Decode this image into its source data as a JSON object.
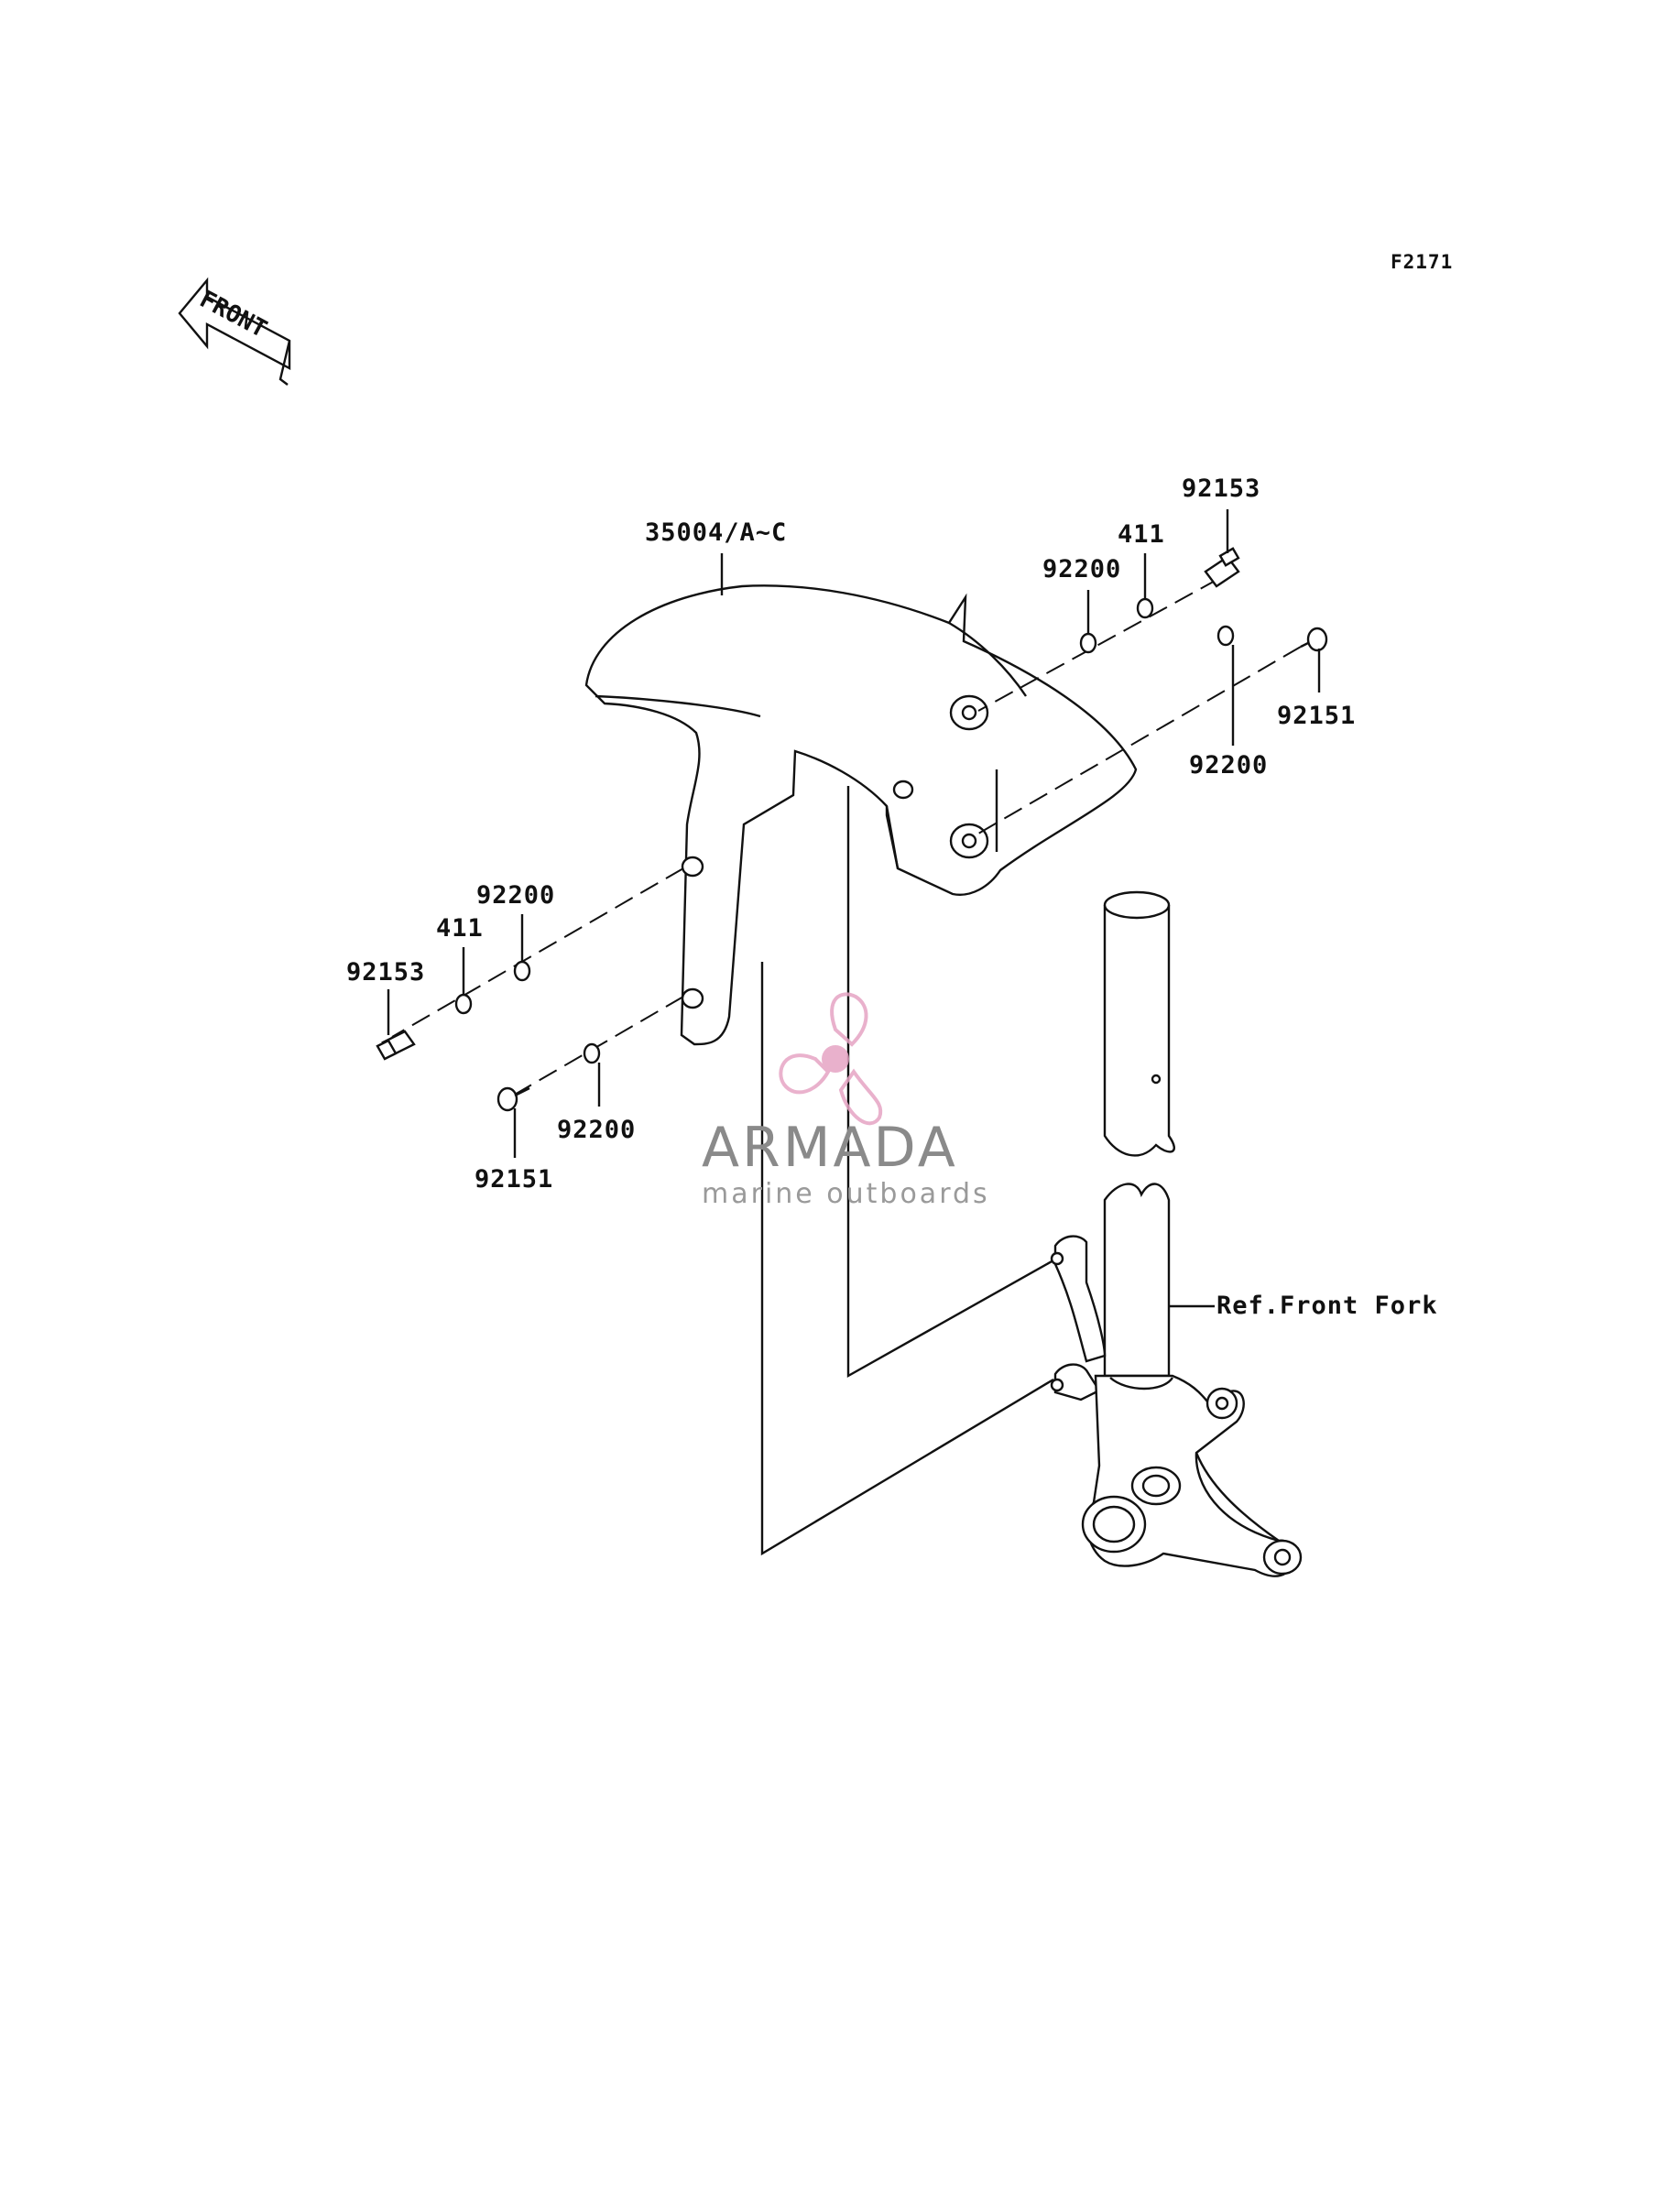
{
  "figure_id": "F2171",
  "front_arrow_text": "FRONT",
  "labels": {
    "fender": "35004/A~C",
    "bolt_top_right": "92153",
    "collar_top_right": "411",
    "washer_top_right": "92200",
    "bolt_right": "92151",
    "washer_right": "92200",
    "washer_left_upper": "92200",
    "collar_left": "411",
    "bolt_left_upper": "92153",
    "washer_left_lower": "92200",
    "bolt_left_lower": "92151",
    "front_fork_ref": "Ref.Front Fork"
  },
  "watermark": {
    "title": "ARMADA",
    "subtitle": "marine outboards",
    "accent_color": "#e6a4c4",
    "text_color": "#8a8a8a"
  }
}
